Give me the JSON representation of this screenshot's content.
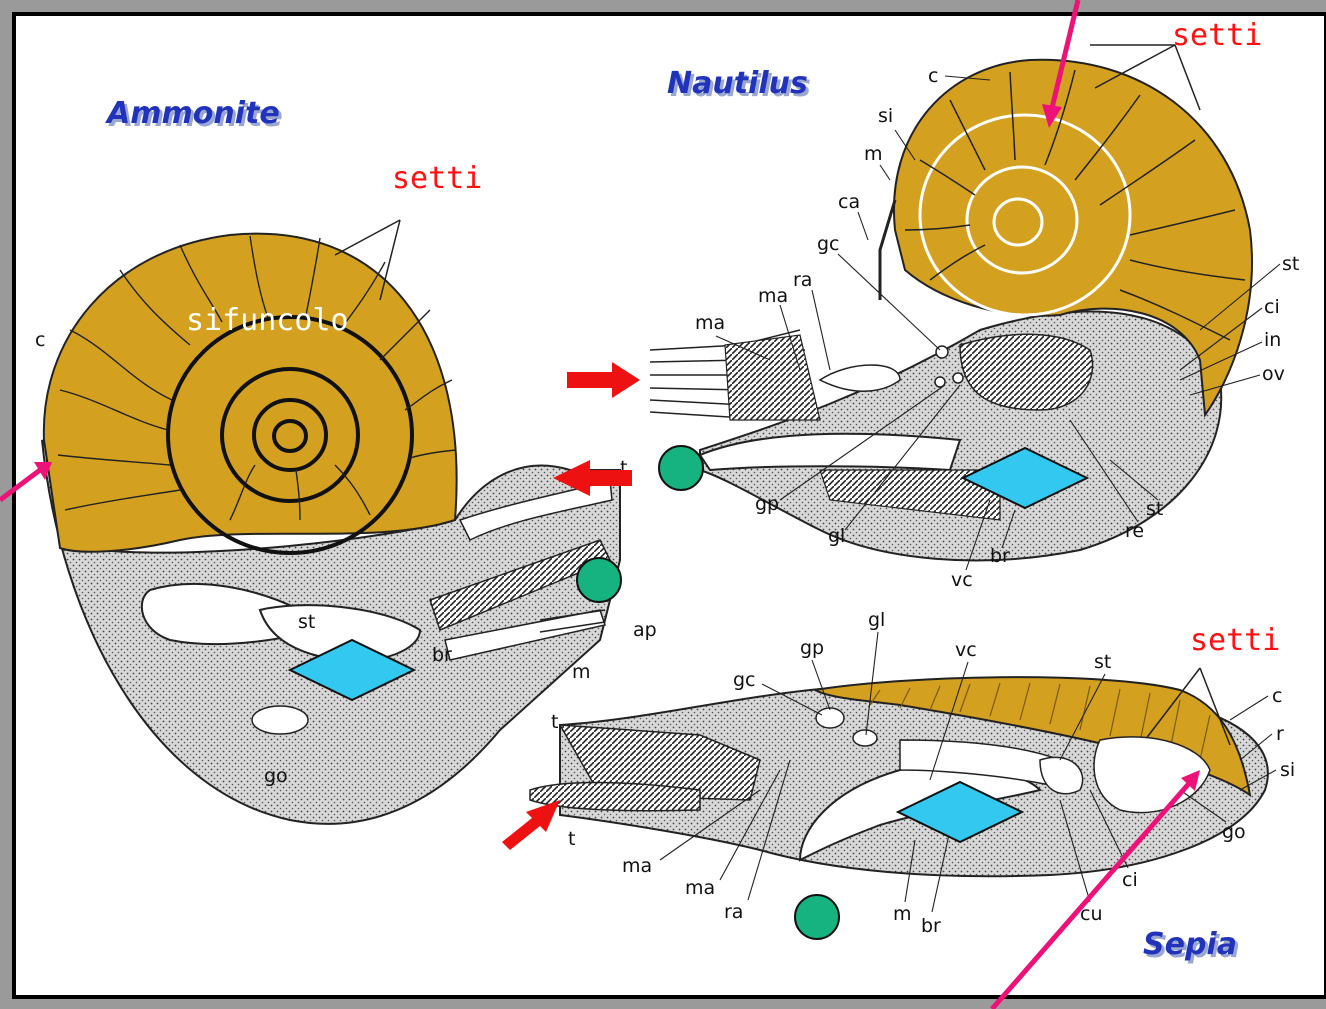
{
  "titles": {
    "ammonite": "Ammonite",
    "nautilus": "Nautilus",
    "sepia": "Sepia"
  },
  "annotations": {
    "setti_ammonite": "setti",
    "setti_nautilus": "setti",
    "setti_sepia": "setti",
    "sifuncolo": "sifuncolo"
  },
  "ammonite_labels": {
    "c": "c",
    "st": "st",
    "br": "br",
    "ap": "ap",
    "m": "m",
    "t": "t",
    "go": "go"
  },
  "nautilus_labels": {
    "c": "c",
    "si": "si",
    "m": "m",
    "ca": "ca",
    "gc": "gc",
    "ra": "ra",
    "ma1": "ma",
    "ma2": "ma",
    "st1": "st",
    "ci": "ci",
    "in": "in",
    "ov": "ov",
    "gp": "gp",
    "gl": "gl",
    "vc": "vc",
    "br": "br",
    "re": "re",
    "st2": "st"
  },
  "sepia_labels": {
    "gl": "gl",
    "gp": "gp",
    "vc": "vc",
    "st": "st",
    "gc": "gc",
    "t1": "t",
    "t2": "t",
    "c": "c",
    "r": "r",
    "si": "si",
    "go": "go",
    "ci": "ci",
    "cu": "cu",
    "m": "m",
    "br": "br",
    "ma1": "ma",
    "ma2": "ma",
    "ra": "ra"
  },
  "colors": {
    "shell": "#D4A020",
    "border": "#000000",
    "frame": "#9a9a9a",
    "red_arrow": "#ee1111",
    "pink_arrow": "#ee1177",
    "green_dot": "#16b27f",
    "blue_diamond": "#33c8f0",
    "title_blue": "#2233bb",
    "setti_red": "#ff1111"
  }
}
